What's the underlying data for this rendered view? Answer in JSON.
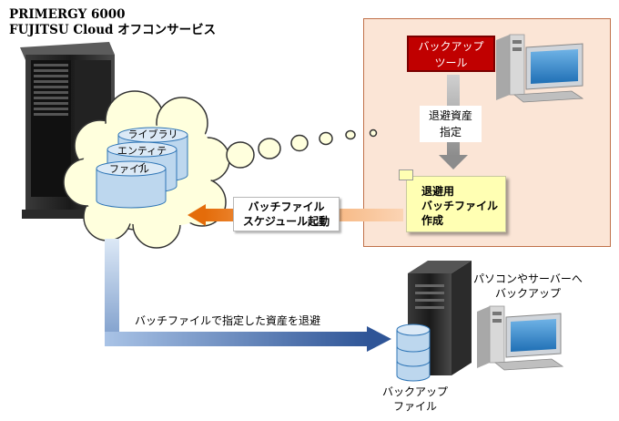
{
  "header": {
    "line1": "PRIMERGY 6000",
    "line2": "FUJITSU Cloud オフコンサービス"
  },
  "cloud": {
    "db1": "ライブラリ",
    "db2": "エンティティ",
    "db3": "ファイル"
  },
  "panel": {
    "tool_line1": "バックアップ",
    "tool_line2": "ツール",
    "evac_line1": "退避資産",
    "evac_line2": "指定",
    "note_line1": "退避用",
    "note_line2": "バッチファイル",
    "note_line3": "作成"
  },
  "batch": {
    "line1": "バッチファイル",
    "line2": "スケジュール起動"
  },
  "bottom": {
    "arrow_label": "バッチファイルで指定した資産を退避",
    "pc_line1": "パソコンやサーバーへ",
    "pc_line2": "バックアップ",
    "file_line1": "バックアップ",
    "file_line2": "ファイル"
  },
  "colors": {
    "panel_bg": "#fbe5d6",
    "tool_red": "#c00000",
    "note_yellow": "#ffffb3",
    "orange_arrow": "#e46c0a",
    "db_blue": "#bdd7ee"
  }
}
